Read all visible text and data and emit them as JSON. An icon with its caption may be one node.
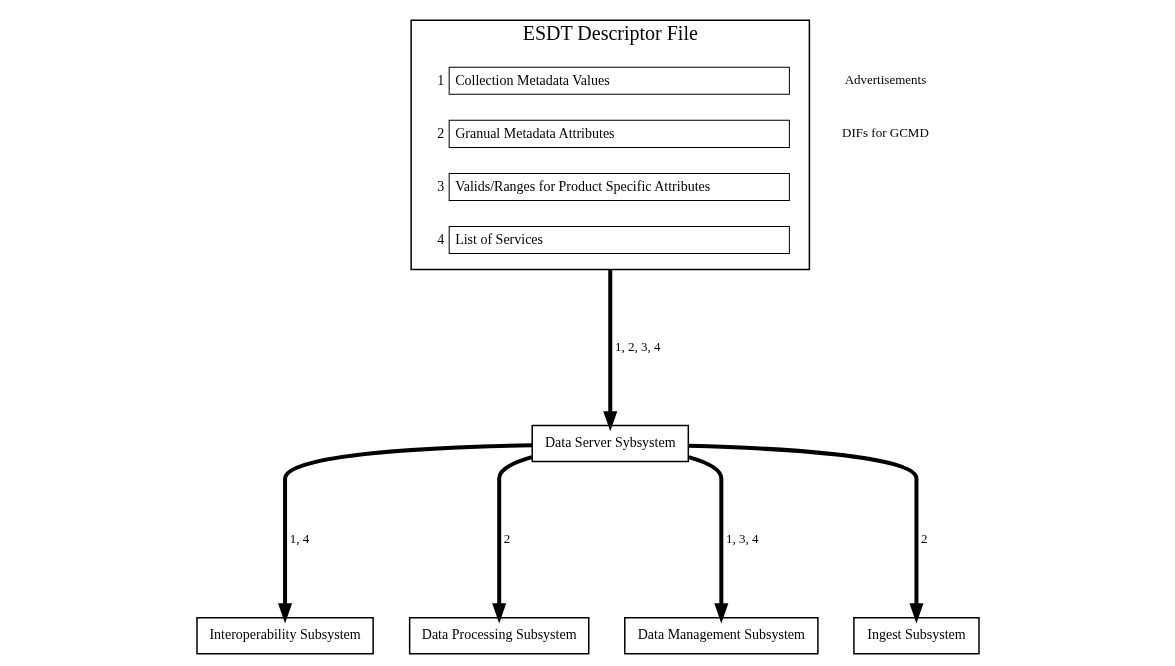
{
  "diagram": {
    "nodes": [
      {
        "text": [
          "ESDT Descriptor File"
        ]
      },
      {
        "text": [
          "Collection Metadata Values"
        ],
        "beside": [
          "1"
        ],
        "in": 0
      },
      {
        "text": [
          "Granual Metadata Attributes"
        ],
        "beside": [
          "2"
        ],
        "in": 0
      },
      {
        "text": [
          "Valids/Ranges for Product Specific Attributes"
        ],
        "beside": [
          "3"
        ],
        "in": 0
      },
      {
        "text": [
          "List of Services"
        ],
        "beside": [
          "4"
        ],
        "in": 0
      },
      {
        "text": [
          "Interoperability Subsystem"
        ]
      },
      {
        "text": [
          "Data Processing Subsystem"
        ]
      },
      {
        "text": [
          "Data Management Subsystem"
        ]
      },
      {
        "text": [
          "Ingest Subsystem"
        ]
      },
      {
        "text": [
          "Data Server Sybsystem"
        ]
      }
    ],
    "edges": [
      {
        "from": 0,
        "to": 9,
        "arrow": "to",
        "label": "1, 2, 3, 4"
      },
      {
        "from": 9,
        "to": 5,
        "arrow": "to",
        "label": "1, 4"
      },
      {
        "from": 9,
        "to": 6,
        "arrow": "to",
        "label": "2"
      },
      {
        "from": 9,
        "to": 7,
        "arrow": "to",
        "label": "1, 3, 4"
      },
      {
        "from": 9,
        "to": 8,
        "arrow": "to",
        "label": "2"
      }
    ],
    "labels": [
      "Advertisements",
      "DIFs for GCMD"
    ]
  }
}
